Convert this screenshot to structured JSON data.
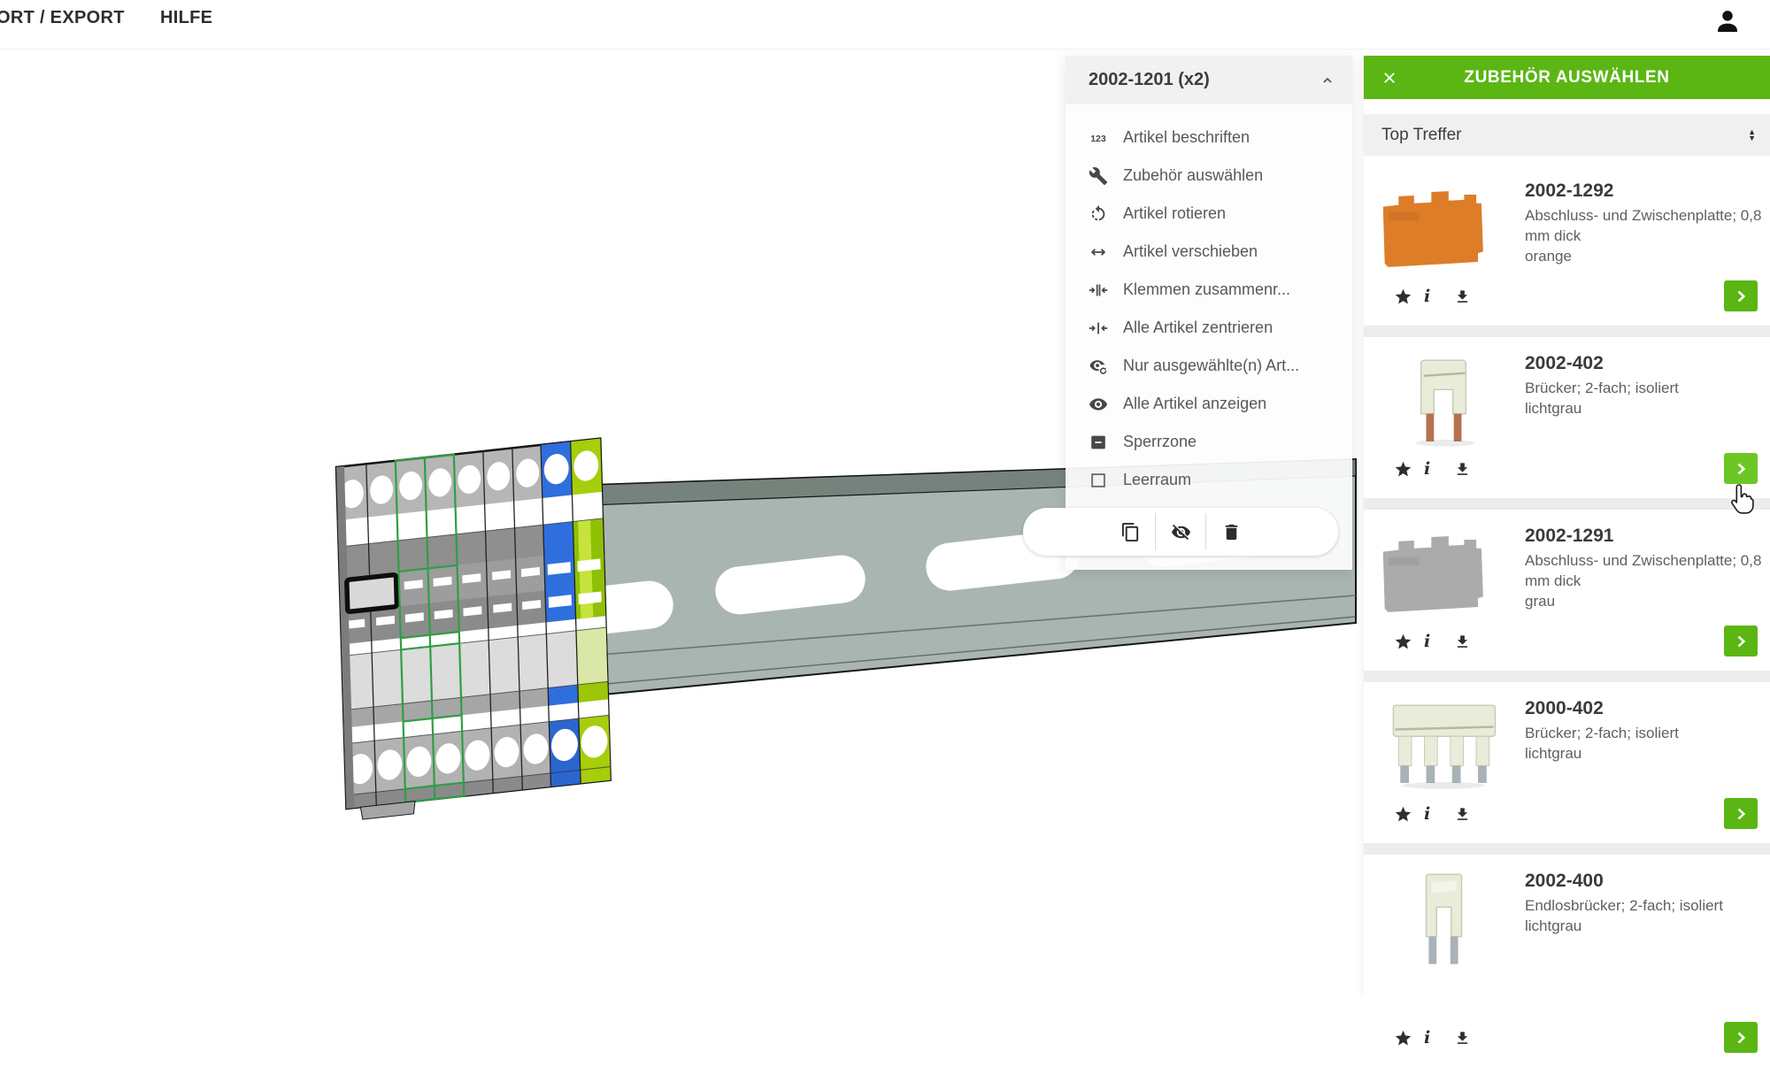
{
  "topbar": {
    "items": [
      {
        "label": "ORT / EXPORT"
      },
      {
        "label": "HILFE"
      }
    ]
  },
  "context_menu": {
    "title": "2002-1201 (x2)",
    "items": [
      {
        "label": "Artikel beschriften",
        "icon": "123"
      },
      {
        "label": "Zubehör auswählen",
        "icon": "wrench"
      },
      {
        "label": "Artikel rotieren",
        "icon": "rotate"
      },
      {
        "label": "Artikel verschieben",
        "icon": "move"
      },
      {
        "label": "Klemmen zusammenr...",
        "icon": "compress"
      },
      {
        "label": "Alle Artikel zentrieren",
        "icon": "center"
      },
      {
        "label": "Nur ausgewählte(n) Art...",
        "icon": "eye-sync"
      },
      {
        "label": "Alle Artikel anzeigen",
        "icon": "eye"
      },
      {
        "label": "Sperrzone",
        "icon": "blocked"
      },
      {
        "label": "Leerraum",
        "icon": "empty"
      }
    ],
    "toolbar": [
      {
        "name": "duplicate",
        "icon": "copy"
      },
      {
        "name": "hide",
        "icon": "eye-off"
      },
      {
        "name": "delete",
        "icon": "trash"
      }
    ]
  },
  "accessory_panel": {
    "title": "ZUBEHÖR AUSWÄHLEN",
    "sort_label": "Top Treffer",
    "products": [
      {
        "id": "2002-1292",
        "desc": "Abschluss- und Zwischenplatte; 0,8 mm dick",
        "color_name": "orange",
        "image": "plate",
        "image_color": "#dd7d28"
      },
      {
        "id": "2002-402",
        "desc": "Brücker; 2-fach; isoliert",
        "color_name": "lichtgrau",
        "image": "jumper2",
        "image_color": "#e9ecd9",
        "hovered": true
      },
      {
        "id": "2002-1291",
        "desc": "Abschluss- und Zwischenplatte; 0,8 mm dick",
        "color_name": "grau",
        "image": "plate",
        "image_color": "#ababab"
      },
      {
        "id": "2000-402",
        "desc": "Brücker; 2-fach; isoliert",
        "color_name": "lichtgrau",
        "image": "comb4",
        "image_color": "#e9ecd9"
      },
      {
        "id": "2002-400",
        "desc": "Endlosbrücker; 2-fach; isoliert",
        "color_name": "lichtgrau",
        "image": "endless",
        "image_color": "#e9ecd9",
        "tall": true
      }
    ]
  },
  "scene": {
    "selected_article": "2002-1201",
    "selection_outline_color": "#2f9e44",
    "rail_color": "#a9b5b1",
    "terminal_blue": "#2f6fdd",
    "terminal_green_yellow": "#a6ce0a",
    "accent_green": "#5bb614"
  }
}
